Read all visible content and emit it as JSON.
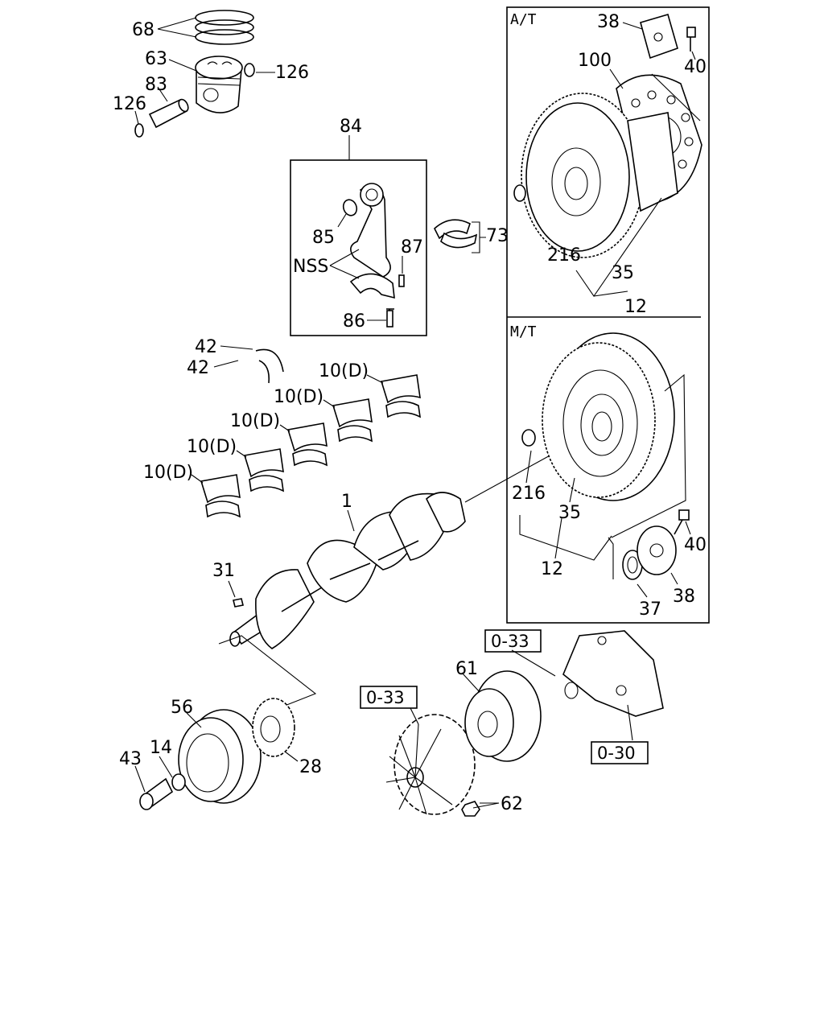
{
  "sections": {
    "at": "A/T",
    "mt": "M/T"
  },
  "callouts": {
    "c68": "68",
    "c63": "63",
    "c126a": "126",
    "c83": "83",
    "c126b": "126",
    "c84": "84",
    "c85": "85",
    "c87": "87",
    "cnss": "NSS",
    "c86": "86",
    "c73": "73",
    "c42a": "42",
    "c42b": "42",
    "c10a": "10(D)",
    "c10b": "10(D)",
    "c10c": "10(D)",
    "c10d": "10(D)",
    "c10e": "10(D)",
    "c1": "1",
    "c31": "31",
    "c38a": "38",
    "c40a": "40",
    "c100": "100",
    "c216a": "216",
    "c35a": "35",
    "c12a": "12",
    "c216b": "216",
    "c35b": "35",
    "c12b": "12",
    "c40b": "40",
    "c37": "37",
    "c38b": "38",
    "c56": "56",
    "c14": "14",
    "c43": "43",
    "c28": "28",
    "c61": "61",
    "c62": "62"
  },
  "references": {
    "r1": "0-33",
    "r2": "0-33",
    "r3": "0-30"
  }
}
